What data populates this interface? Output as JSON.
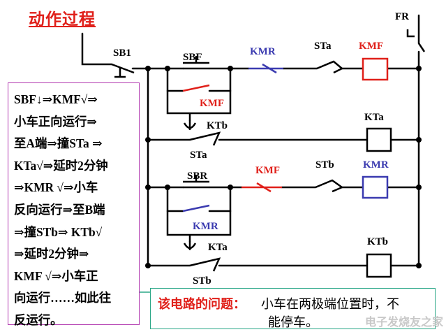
{
  "title": "动作过程",
  "labels": {
    "fr": "FR",
    "sb1": "SB1",
    "sbf": "SBF",
    "kmr_contact_1": "KMR",
    "sta_contact_1": "STa",
    "kmf_coil": "KMF",
    "kmf_hold": "KMF",
    "ktb_1": "KTb",
    "kta_coil": "KTa",
    "sta_contact_2": "STa",
    "sbr": "SBR",
    "kmf_contact_2": "KMF",
    "stb_contact_1": "STb",
    "kmr_coil": "KMR",
    "kmr_hold": "KMR",
    "kta_2": "KTa",
    "ktb_coil": "KTb",
    "stb_contact_2": "STb"
  },
  "steps": [
    "SBF↓⇒KMF√⇒",
    "小车正向运行⇒",
    "至A端⇒撞STa ⇒",
    "KTa√⇒延时2分钟",
    "⇒KMR √⇒小车",
    "反向运行⇒至B端",
    "⇒撞STb⇒ KTb√",
    "⇒延时2分钟⇒",
    "KMF √⇒小车正",
    "向运行……如此往",
    "反运行。"
  ],
  "problem": {
    "label": "该电路的问题：",
    "text_line1": "小车在两极端位置时，不",
    "text_line2": "能停车。"
  },
  "watermark": "电子发烧友之家",
  "colors": {
    "wire": "#000000",
    "red": "#e0201a",
    "blue": "#3b3bb0",
    "steps_border": "#b23ab0",
    "problem_border": "#2aa787"
  }
}
